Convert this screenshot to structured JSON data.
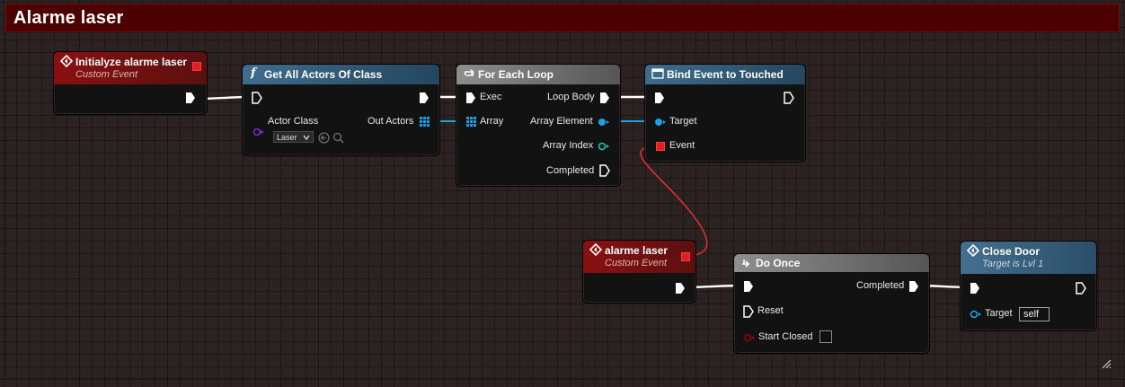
{
  "comment": {
    "title": "Alarme laser"
  },
  "nodes": {
    "init_event": {
      "title": "Initialyze alarme laser",
      "subtitle": "Custom Event"
    },
    "get_all_actors": {
      "title": "Get All Actors Of Class",
      "actor_class_label": "Actor Class",
      "actor_class_value": "Laser",
      "out_actors_label": "Out Actors"
    },
    "for_each": {
      "title": "For Each Loop",
      "exec_label": "Exec",
      "array_label": "Array",
      "loop_body_label": "Loop Body",
      "array_element_label": "Array Element",
      "array_index_label": "Array Index",
      "completed_label": "Completed"
    },
    "bind_event": {
      "title": "Bind Event to Touched",
      "target_label": "Target",
      "event_label": "Event"
    },
    "alarm_event": {
      "title": "alarme laser",
      "subtitle": "Custom Event"
    },
    "do_once": {
      "title": "Do Once",
      "completed_label": "Completed",
      "reset_label": "Reset",
      "start_closed_label": "Start Closed"
    },
    "close_door": {
      "title": "Close Door",
      "subtitle": "Target is Lvl 1",
      "target_label": "Target",
      "target_value": "self"
    }
  },
  "colors": {
    "exec": "#ffffff",
    "object": "#0ea5e9",
    "int": "#1fc7a0",
    "class": "#7a2bcf",
    "delegate": "#ff3838",
    "bool": "#8b0000"
  }
}
